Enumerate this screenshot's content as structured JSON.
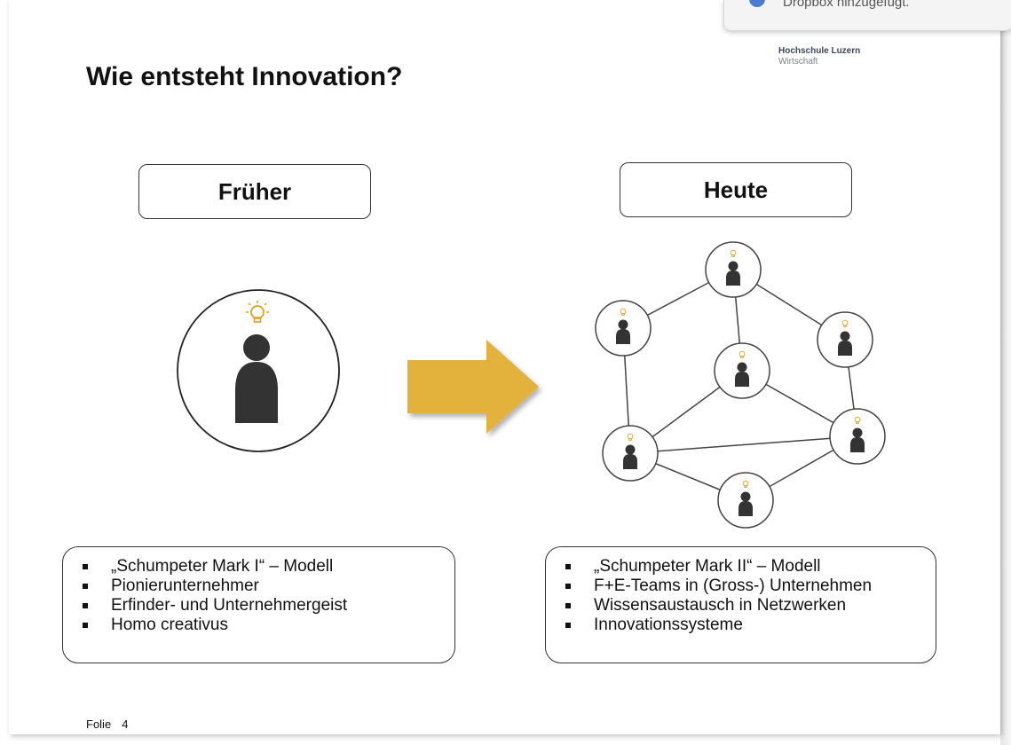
{
  "notification": {
    "message": "Dropbox hinzugefügt."
  },
  "brand": {
    "name": "Hochschule Luzern",
    "sub": "Wirtschaft"
  },
  "slide": {
    "title": "Wie entsteht Innovation?",
    "left_label": "Früher",
    "right_label": "Heute",
    "left_items": [
      "„Schumpeter Mark I“ – Modell",
      "Pionierunternehmer",
      "Erfinder- und Unternehmergeist",
      "Homo creativus"
    ],
    "right_items": [
      "„Schumpeter Mark II“ – Modell",
      "F+E-Teams in (Gross-) Unternehmen",
      "Wissensaustausch in Netzwerken",
      "Innovationssysteme"
    ],
    "footer_label": "Folie",
    "footer_number": "4"
  },
  "colors": {
    "arrow": "#e3b23c",
    "bulb": "#e0a020",
    "person": "#333333"
  },
  "icons": [
    "person-icon",
    "lightbulb-icon",
    "arrow-right-icon",
    "network-node-icon"
  ]
}
